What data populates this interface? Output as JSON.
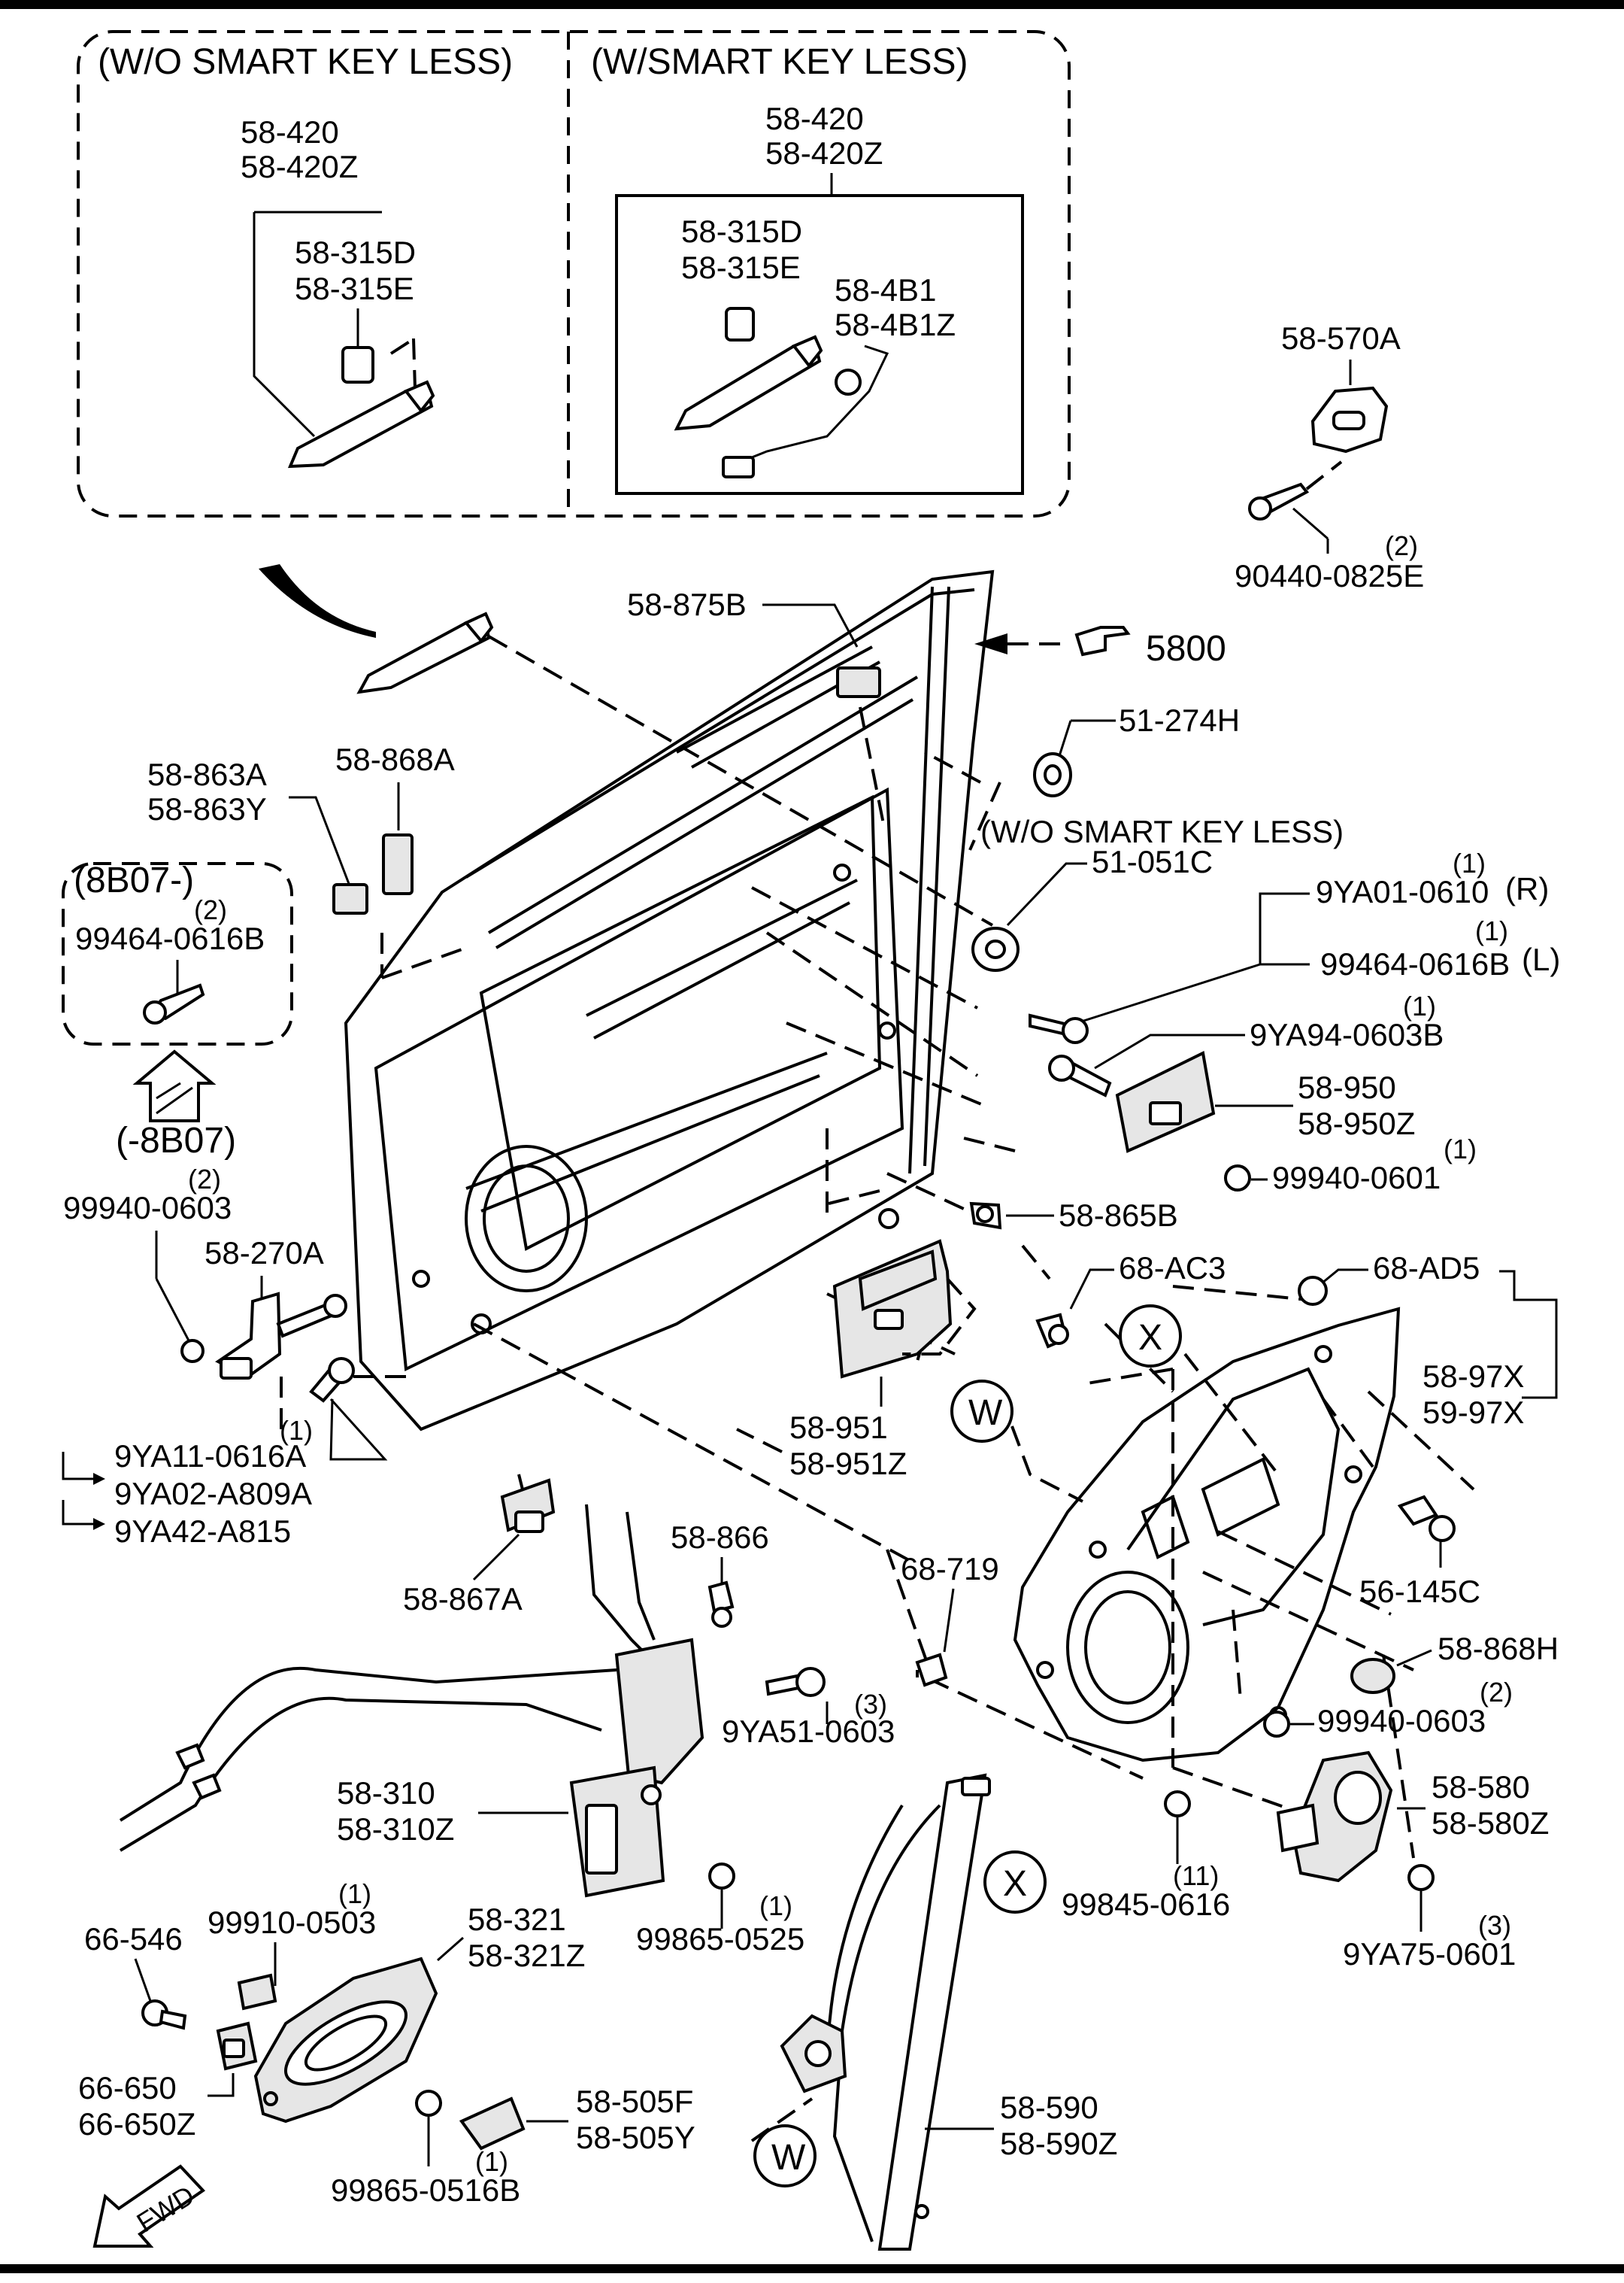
{
  "boxes": {
    "wo_smart": "(W/O SMART KEY LESS)",
    "w_smart": "(W/SMART KEY LESS)",
    "range_from": "(8B07-)",
    "range_to": "(-8B07)"
  },
  "labels": {
    "handle_a1": "58-420",
    "handle_a2": "58-420Z",
    "cyl_a1": "58-315D",
    "cyl_a2": "58-315E",
    "handle_b1": "58-420",
    "handle_b2": "58-420Z",
    "cyl_b1": "58-315D",
    "cyl_b2": "58-315E",
    "sens1": "58-4B1",
    "sens2": "58-4B1Z",
    "striker": "58-570A",
    "striker_screw_qty": "(2)",
    "striker_screw": "90440-0825E",
    "seal_875": "58-875B",
    "ref_5800": "5800",
    "grommet_274": "51-274H",
    "pad_863a": "58-863A",
    "pad_863y": "58-863Y",
    "pad_868a": "58-868A",
    "bolt_range_qty": "(2)",
    "bolt_range": "99464-0616B",
    "wo_smart_note": "(W/O SMART KEY LESS)",
    "grommet_051": "51-051C",
    "b9ya01_qty": "(1)",
    "b9ya01": "9YA01-0610",
    "b9ya01_side": "(R)",
    "b99464_qty": "(1)",
    "b99464": "99464-0616B",
    "b99464_side": "(L)",
    "b9ya94_qty": "(1)",
    "b9ya94": "9YA94-0603B",
    "sw_950": "58-950",
    "sw_950z": "58-950Z",
    "nut_0601_qty": "(1)",
    "nut_0601": "99940-0601",
    "clip_865": "58-865B",
    "nut_0603_qty": "(2)",
    "nut_0603": "99940-0603",
    "check_270": "58-270A",
    "b9ya11_qty": "(1)",
    "b9ya11": "9YA11-0616A",
    "b9ya02": "9YA02-A809A",
    "b9ya42": "9YA42-A815",
    "clip_ac3": "68-AC3",
    "clip_ad5": "68-AD5",
    "mark_x1": "X",
    "carrier_97x": "58-97X",
    "carrier_59": "59-97X",
    "mark_w1": "W",
    "trim_951": "58-951",
    "trim_951z": "58-951Z",
    "clip_867": "58-867A",
    "clip_866": "58-866",
    "clip_719": "68-719",
    "b9ya51_qty": "(3)",
    "b9ya51": "9YA51-0603",
    "clip_145": "56-145C",
    "cap_868h": "58-868H",
    "nut_0603b_qty": "(2)",
    "nut_0603b": "99940-0603",
    "latch_310": "58-310",
    "latch_310z": "58-310Z",
    "clip_0503_qty": "(1)",
    "clip_0503": "99910-0503",
    "inner_321": "58-321",
    "inner_321z": "58-321Z",
    "clip_546": "66-546",
    "sw_650": "66-650",
    "sw_650z": "66-650Z",
    "scr_0525_qty": "(1)",
    "scr_0525": "99865-0525",
    "mark_x2": "X",
    "scr_0616_qty": "(11)",
    "scr_0616": "99845-0616",
    "motor_580": "58-580",
    "motor_580z": "58-580Z",
    "b9ya75_qty": "(3)",
    "b9ya75": "9YA75-0601",
    "cap_505f": "58-505F",
    "cap_505y": "58-505Y",
    "scr_0516_qty": "(1)",
    "scr_0516": "99865-0516B",
    "reg_590": "58-590",
    "reg_590z": "58-590Z",
    "mark_w2": "W",
    "fwd": "FWD"
  }
}
